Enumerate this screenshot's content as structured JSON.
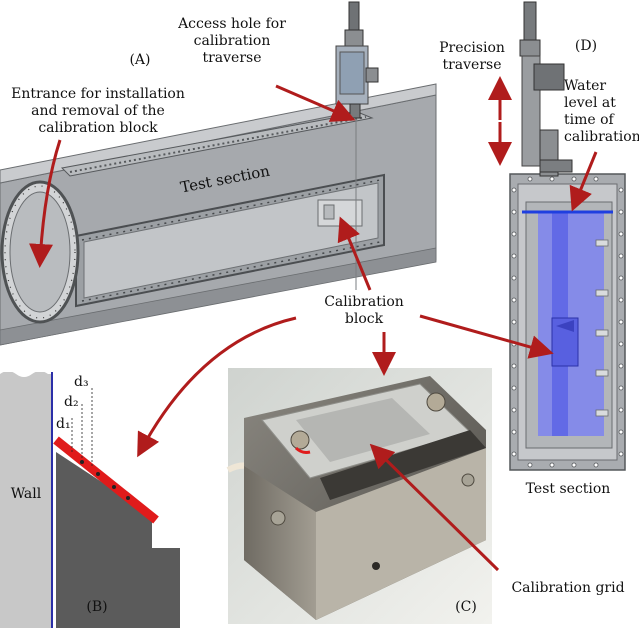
{
  "panels": {
    "a": "(A)",
    "b": "(B)",
    "c": "(C)",
    "d": "(D)"
  },
  "annotations": {
    "access_hole": [
      "Access hole for",
      "calibration",
      "traverse"
    ],
    "entrance": [
      "Entrance for installation",
      "and removal of the",
      "calibration block"
    ],
    "test_section_a": "Test section",
    "precision_traverse": [
      "Precision",
      "traverse"
    ],
    "water_level": [
      "Water",
      "level at",
      "time of",
      "calibration"
    ],
    "calibration_block": [
      "Calibration",
      "block"
    ],
    "test_section_d": "Test section",
    "wall": "Wall",
    "d3": "d₃",
    "d2": "d₂",
    "d1": "d₁",
    "calibration_grid": "Calibration grid"
  },
  "colors": {
    "arrow": "#b01c1c",
    "steel": "#8c8f93",
    "water_line": "#1f3fe0",
    "water_fill": "#6f78ef",
    "red_grid": "#e01b1b"
  }
}
